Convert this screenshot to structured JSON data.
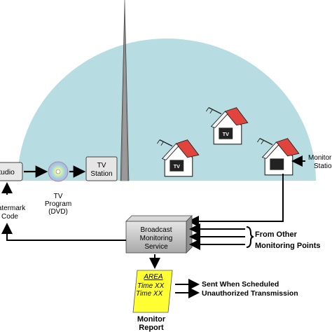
{
  "studio": {
    "label": "Studio"
  },
  "watermark": {
    "line1": "Watermark",
    "line2": "Code"
  },
  "dvd": {
    "line1": "TV",
    "line2": "Program",
    "line3": "(DVD)"
  },
  "tv_station": {
    "line1": "TV",
    "line2": "Station"
  },
  "tv_house_icon": {
    "label": "TV"
  },
  "monitoring_station": {
    "line1": "Monitoring",
    "line2": "Station"
  },
  "broadcast_service": {
    "line1": "Broadcast",
    "line2": "Monitoring",
    "line3": "Service"
  },
  "other_points": {
    "line1": "From Other",
    "line2": "Monitoring Points"
  },
  "report_card": {
    "title": "AREA",
    "row1": "Time XX",
    "row2": "Time XX"
  },
  "monitor_report": {
    "line1": "Monitor",
    "line2": "Report"
  },
  "outputs": {
    "line1": "Sent When Scheduled",
    "line2": "Unauthorized Transmission"
  },
  "colors": {
    "sky": "#b7dde2",
    "yellow": "#ffff33",
    "roof": "#e0443c",
    "box": "#bfbfbf"
  }
}
